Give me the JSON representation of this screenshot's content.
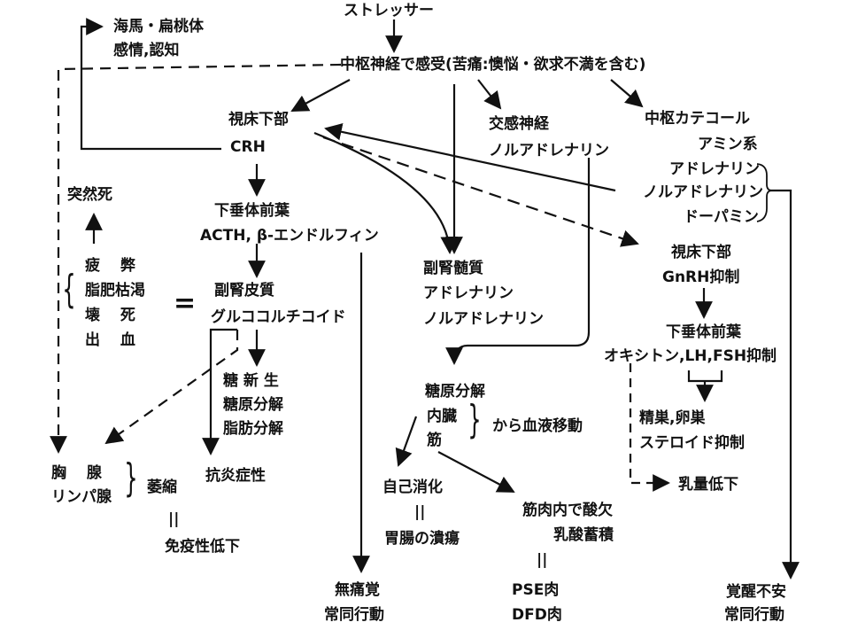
{
  "diagram": {
    "stressor": "ストレッサー",
    "central": "中枢神経で感受(苦痛:懊悩・欲求不満を含む)",
    "hippocampus": [
      "海馬・扁桃体",
      "感情,認知"
    ],
    "hypothalamus": [
      "視床下部",
      "CRH"
    ],
    "sympathetic": [
      "交感神経",
      "ノルアドレナリン"
    ],
    "catecholamine": [
      "中枢カテコール",
      "アミン系",
      "アドレナリン",
      "ノルアドレナリン",
      "ドーパミン"
    ],
    "sudden_death": "突然死",
    "exhaustion": [
      "疲　 弊",
      "脂肥枯渇",
      "壊　 死",
      "出　 血"
    ],
    "equals": "=",
    "pituitary": [
      "下垂体前葉",
      "ACTH, β-エンドルフィン"
    ],
    "adrenal_cortex": [
      "副腎皮質",
      "グルココルチコイド"
    ],
    "adrenal_medulla": [
      "副腎髄質",
      "アドレナリン",
      "ノルアドレナリン"
    ],
    "hypo_gnrh": [
      "視床下部",
      "GnRH抑制"
    ],
    "pituitary2": [
      "下垂体前葉",
      "オキシトン,LH,FSH抑制"
    ],
    "gluconeo": [
      "糖 新 生",
      "糖原分解",
      "脂肪分解"
    ],
    "glycogen": [
      "糖原分解",
      "内臓",
      "筋"
    ],
    "blood_move": "から血液移動",
    "gonad": [
      "精巣,卵巣",
      "ステロイド抑制"
    ],
    "thymus": [
      "胸　 腺",
      "リンパ腺"
    ],
    "atrophy": "萎縮",
    "anti_inflam": "抗炎症性",
    "self_digest": "自己消化",
    "lactation": "乳量低下",
    "muscle_acid": [
      "筋肉内で酸欠",
      "乳酸蓄積"
    ],
    "immune": "免疫性低下",
    "ulcer": "胃腸の潰瘍",
    "analgesia": [
      "無痛覚",
      "常同行動"
    ],
    "pse": [
      "PSE肉",
      "DFD肉"
    ],
    "arousal": [
      "覚醒不安",
      "常同行動"
    ],
    "double_bar": "||"
  }
}
